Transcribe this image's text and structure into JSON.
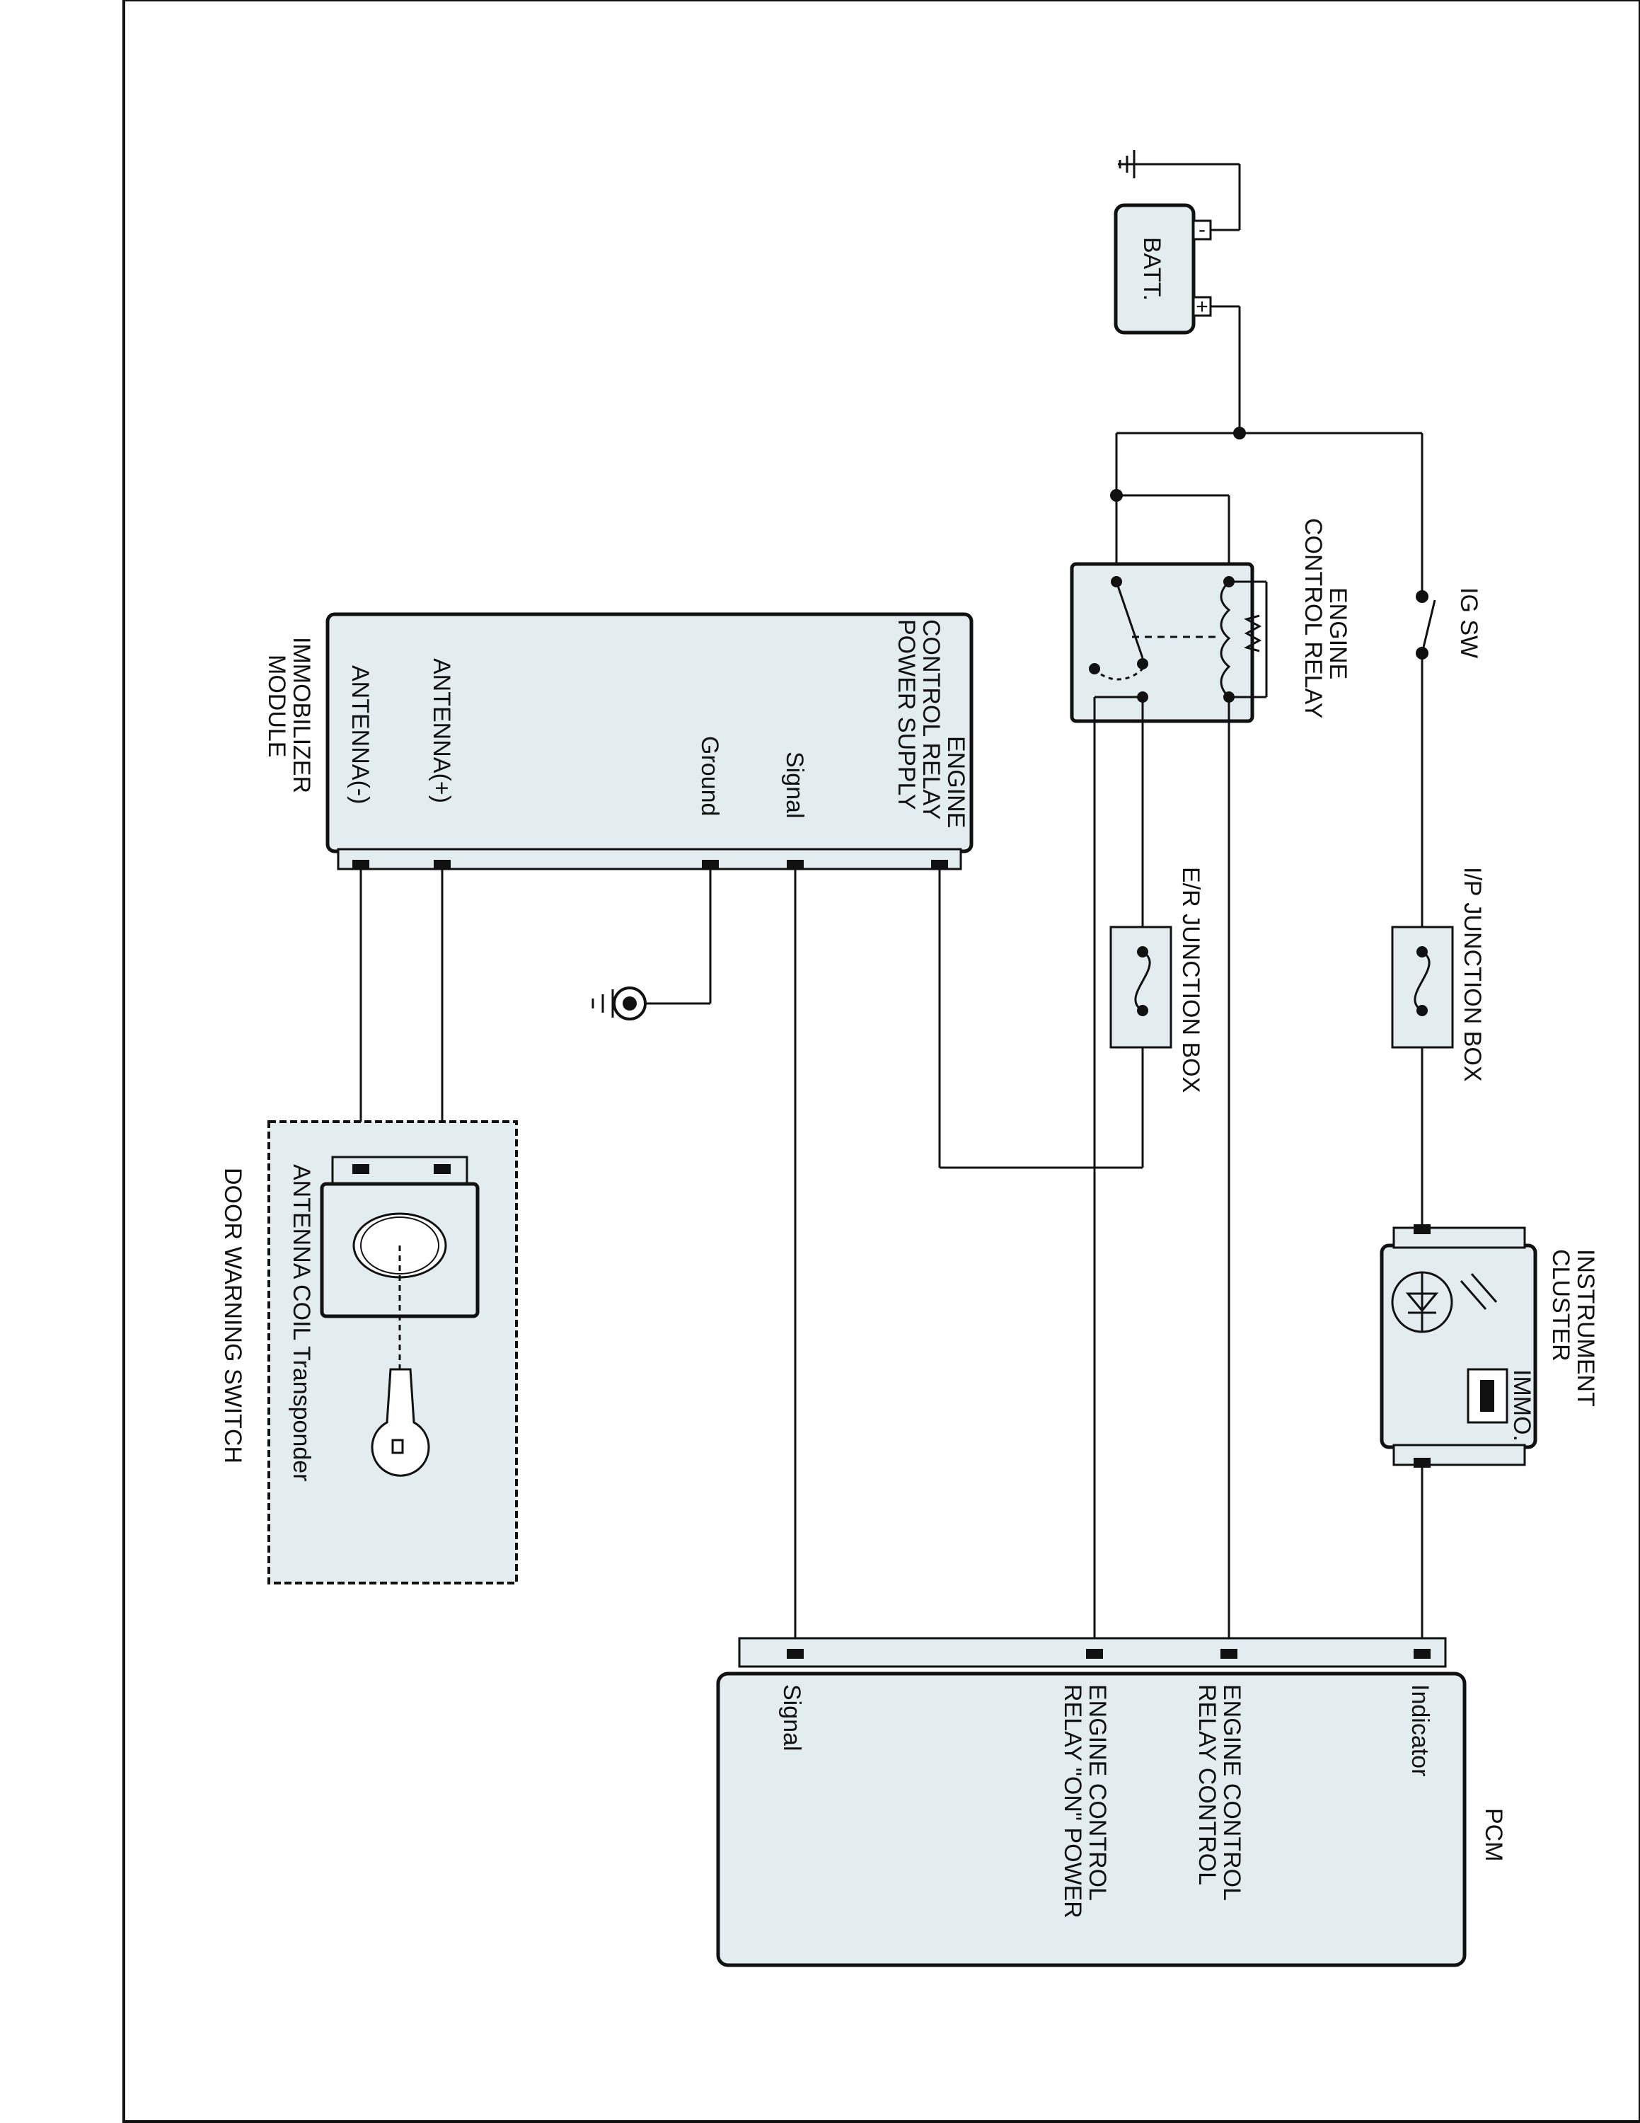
{
  "diagram": {
    "battery": {
      "label": "BATT.",
      "pos": "+",
      "neg": "-"
    },
    "ig_switch": {
      "label": "IG SW"
    },
    "engine_control_relay": {
      "line1": "ENGINE",
      "line2": "CONTROL RELAY"
    },
    "ip_junction_box": {
      "label": "I/P JUNCTION BOX"
    },
    "er_junction_box": {
      "label": "E/R JUNCTION BOX"
    },
    "instrument_cluster": {
      "line1": "INSTRUMENT",
      "line2": "CLUSTER",
      "indicator": "IMMO."
    },
    "immobilizer_module": {
      "line1": "IMMOBILIZER",
      "line2": "MODULE",
      "pins": {
        "power1": "ENGINE",
        "power2": "CONTROL RELAY",
        "power3": "POWER SUPPLY",
        "signal": "Signal",
        "ground": "Ground",
        "antenna_pos": "ANTENNA(+)",
        "antenna_neg": "ANTENNA(-)"
      }
    },
    "door_warning_switch": {
      "label": "DOOR WARNING SWITCH",
      "coil_label": "ANTENNA COIL Transponder"
    },
    "pcm": {
      "label": "PCM",
      "pins": {
        "indicator": "Indicator",
        "relay_control1": "ENGINE CONTROL",
        "relay_control2": "RELAY CONTROL",
        "relay_on_power1": "ENGINE CONTROL",
        "relay_on_power2": "RELAY \"ON\" POWER",
        "signal": "Signal"
      }
    }
  }
}
